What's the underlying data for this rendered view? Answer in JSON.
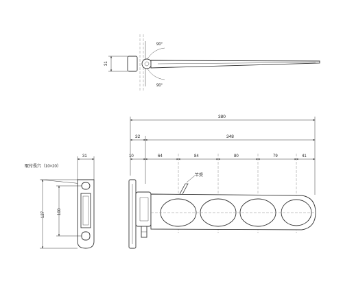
{
  "top_view": {
    "angle_top": "90°",
    "angle_bottom": "90°",
    "dim_height": "31"
  },
  "side_view": {
    "overall_width": "380",
    "offset": "32",
    "span": "348",
    "base": "10",
    "seg_1": "64",
    "seg_2": "84",
    "seg_3": "80",
    "seg_4": "79",
    "seg_5": "41",
    "callout_hanger": "竿受"
  },
  "front_view": {
    "hole_label": "取付長穴（10×20）",
    "width": "31",
    "height_outer": "127",
    "height_inner": "100"
  }
}
